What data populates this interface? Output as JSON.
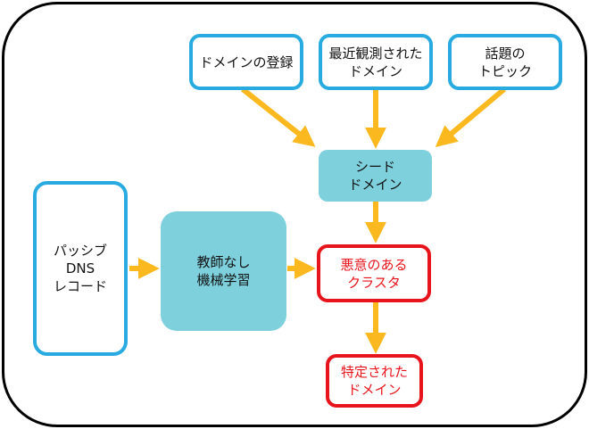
{
  "diagram": {
    "nodes": {
      "domain_registration": {
        "label": "ドメインの登録"
      },
      "recently_observed": {
        "label": "最近観測された\nドメイン"
      },
      "trending_topics": {
        "label": "話題の\nトピック"
      },
      "seed_domains": {
        "label": "シード\nドメイン"
      },
      "passive_dns": {
        "label": "パッシブ\nDNS\nレコード"
      },
      "unsupervised_ml": {
        "label": "教師なし\n機械学習"
      },
      "malicious_clusters": {
        "label": "悪意のある\nクラスタ"
      },
      "identified_domains": {
        "label": "特定された\nドメイン"
      }
    },
    "edges": [
      {
        "from": "domain_registration",
        "to": "seed_domains"
      },
      {
        "from": "recently_observed",
        "to": "seed_domains"
      },
      {
        "from": "trending_topics",
        "to": "seed_domains"
      },
      {
        "from": "seed_domains",
        "to": "malicious_clusters"
      },
      {
        "from": "passive_dns",
        "to": "unsupervised_ml"
      },
      {
        "from": "unsupervised_ml",
        "to": "malicious_clusters"
      },
      {
        "from": "malicious_clusters",
        "to": "identified_domains"
      }
    ],
    "colors": {
      "input_border": "#29abe2",
      "process_fill": "#7ed0dd",
      "output_border": "#e8141c",
      "arrow": "#fbb91f",
      "frame": "#000000"
    }
  }
}
